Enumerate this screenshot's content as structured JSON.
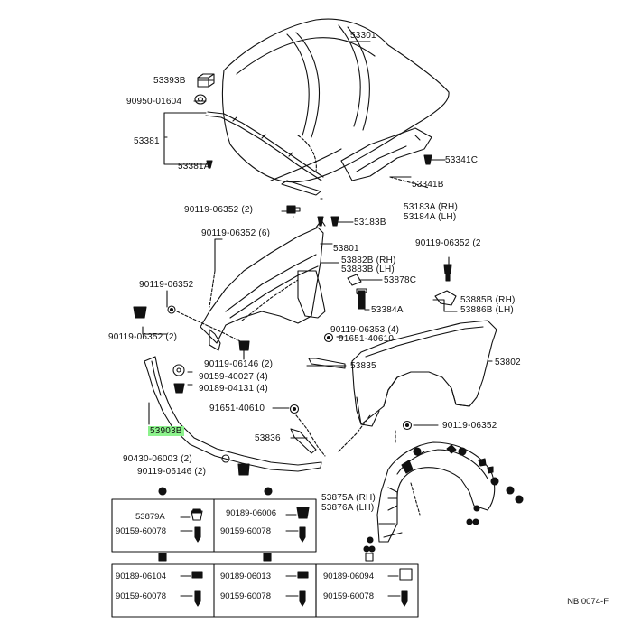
{
  "labels": {
    "hood": "53301",
    "hood_stopper_cushion": "53393B",
    "clip_90950": "90950-01604",
    "hood_seal": "53381",
    "seal_clip": "53381A",
    "hood_cushion": "53341C",
    "hood_insulator": "53341B",
    "bolt_upper": "90119-06352 (2)",
    "seal_rh": "53183A (RH)",
    "seal_lh": "53184A (LH)",
    "retainer_53183B": "53183B",
    "bolt_6": "90119-06352 (6)",
    "apron_53801": "53801",
    "bolt_right_2": "90119-06352 (2",
    "seal_53882b_rh": "53882B (RH)",
    "seal_53883b_lh": "53883B (LH)",
    "part_53878c": "53878C",
    "bolt_left": "90119-06352",
    "part_53384a": "53384A",
    "bracket_rh": "53885B (RH)",
    "bracket_lh": "53886B (LH)",
    "bolt_left_2": "90119-06352 (2)",
    "bolt_06353": "90119-06353 (4)",
    "clip_91651_a": "91651-40610",
    "bolt_06146_2": "90119-06146 (2)",
    "part_53835": "53835",
    "fender": "53802",
    "clip_40027": "90159-40027 (4)",
    "clip_04131": "90189-04131 (4)",
    "clip_91651_b": "91651-40610",
    "spoiler": "53903B",
    "part_53836": "53836",
    "bolt_lower_right": "90119-06352",
    "screw_06003": "90430-06003 (2)",
    "bolt_06146_b": "90119-06146 (2)",
    "liner_rh": "53875A (RH)",
    "liner_lh": "53876A (LH)"
  },
  "legend_cells": [
    {
      "top": "53879A",
      "bottom": "90159-60078"
    },
    {
      "top": "90189-06006",
      "bottom": "90159-60078"
    },
    {
      "top": "90189-06104",
      "bottom": "90159-60078"
    },
    {
      "top": "90189-06013",
      "bottom": "90159-60078"
    },
    {
      "top": "90189-06094",
      "bottom": "90159-60078"
    }
  ],
  "catalog_code": "NB 0074-F",
  "highlight_color": "#8cf28c"
}
